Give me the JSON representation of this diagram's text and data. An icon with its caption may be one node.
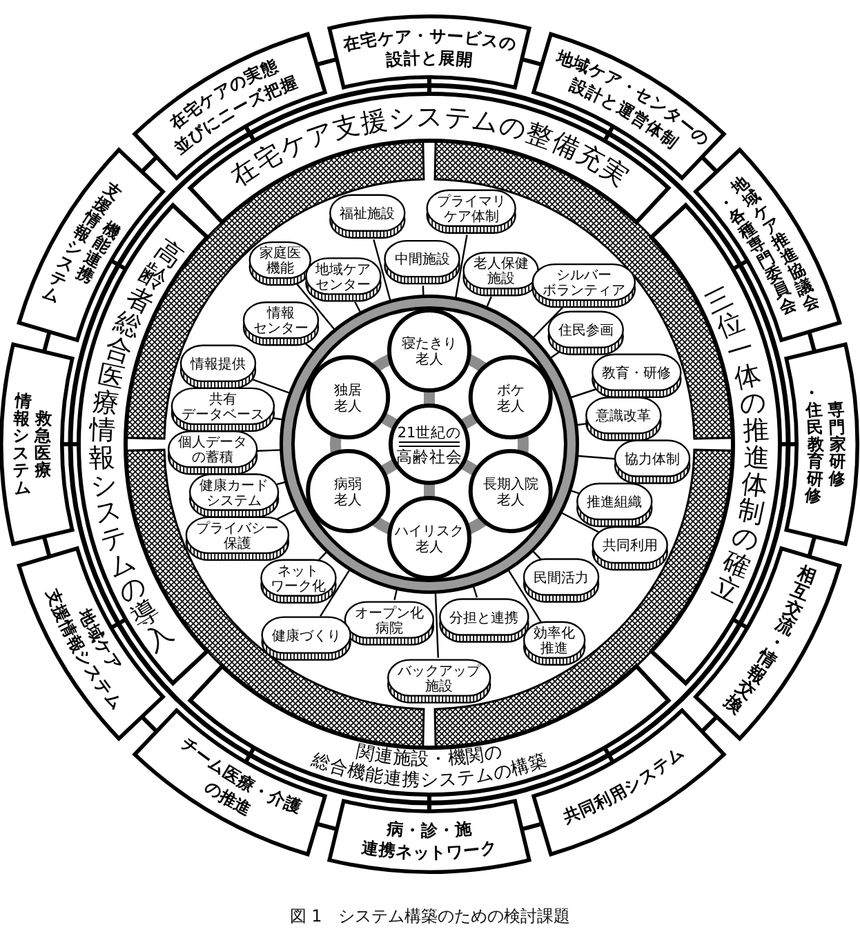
{
  "diagram": {
    "caption": "図 1　システム構築のための検討課題",
    "nodes": [
      {
        "text": [
          "在宅ケアの実態並びにニーズ把握"
        ]
      },
      {
        "text": [
          "在宅ケア・サービスの設計と展開"
        ]
      },
      {
        "text": [
          "地域ケア・センターの設計と運営体制"
        ]
      },
      {
        "text": [
          "在宅ケア支援システムの整備充実"
        ]
      },
      {
        "text": [
          "機能連携支援情報システム"
        ]
      },
      {
        "text": [
          "救急医療情報システム"
        ]
      },
      {
        "text": [
          "地域ケア支援情報システム"
        ]
      },
      {
        "text": [
          "高齢者総合医療情報システムの導入"
        ]
      },
      {
        "text": [
          "地域ケア推進協議会・各種専門委員会"
        ]
      },
      {
        "text": [
          "専門家研修・住民教育研修"
        ]
      },
      {
        "text": [
          "相互交流・情報交換"
        ]
      },
      {
        "text": [
          "三位一体の推進体制の確立"
        ]
      },
      {
        "text": [
          "中間施設"
        ]
      },
      {
        "text": [
          "プライマリケア体制"
        ]
      },
      {
        "text": [
          "老人保健施設"
        ]
      },
      {
        "text": [
          "シルバーボランティア"
        ]
      },
      {
        "text": [
          "住民参画"
        ]
      },
      {
        "text": [
          "教育・研修"
        ]
      },
      {
        "text": [
          "意識改革"
        ]
      },
      {
        "text": [
          "協力体制"
        ]
      },
      {
        "text": [
          "推進組織"
        ]
      },
      {
        "text": [
          "共同利用"
        ]
      },
      {
        "text": [
          "民間活力"
        ]
      },
      {
        "text": [
          "効率化推進"
        ]
      },
      {
        "text": [
          "分担と連携"
        ]
      },
      {
        "text": [
          "バックアップ施設"
        ]
      },
      {
        "text": [
          "オープン化病院"
        ]
      },
      {
        "text": [
          "健康づくり"
        ]
      },
      {
        "text": [
          "ネットワーク化"
        ]
      },
      {
        "text": [
          "プライバシー保護"
        ]
      },
      {
        "text": [
          "健康カードシステム"
        ]
      },
      {
        "text": [
          "個人データの蓄積"
        ]
      },
      {
        "text": [
          "共有データベース"
        ]
      },
      {
        "text": [
          "情報提供"
        ]
      },
      {
        "text": [
          "情報センター"
        ]
      },
      {
        "text": [
          "家庭医機能"
        ]
      },
      {
        "text": [
          "地域ケアセンター"
        ]
      },
      {
        "text": [
          "福祉施設"
        ]
      },
      {
        "text": [],
        "shape": "circle"
      },
      {
        "text": [
          "寝たきり老人"
        ],
        "in": 38
      },
      {
        "text": [
          "ボケ老人"
        ],
        "in": 38
      },
      {
        "text": [
          "長期入院老人"
        ],
        "in": 38
      },
      {
        "text": [
          "ハイリスク老人"
        ],
        "in": 38
      },
      {
        "text": [
          "病弱老人"
        ],
        "in": 38
      },
      {
        "text": [
          "独居老人"
        ],
        "in": 38
      },
      {
        "text": [
          "21世紀の",
          "高齢社会"
        ],
        "in": 38
      },
      {
        "text": [
          "関連施設・機関の総合機能連携システムの構築"
        ]
      },
      {
        "text": [
          "チーム医療・介護の推進"
        ]
      },
      {
        "text": [
          "病・診・施連携ネットワーク"
        ]
      },
      {
        "text": [
          "共同利用システム"
        ]
      }
    ],
    "edges": [
      {
        "from": 0,
        "to": 3,
        "arrow": "none"
      },
      {
        "from": 1,
        "to": 3,
        "arrow": "none"
      },
      {
        "from": 2,
        "to": 3,
        "arrow": "none"
      },
      {
        "from": 4,
        "to": 7,
        "arrow": "none"
      },
      {
        "from": 5,
        "to": 7,
        "arrow": "none"
      },
      {
        "from": 6,
        "to": 7,
        "arrow": "none"
      },
      {
        "from": 8,
        "to": 11,
        "arrow": "none"
      },
      {
        "from": 9,
        "to": 11,
        "arrow": "none"
      },
      {
        "from": 10,
        "to": 11,
        "arrow": "none"
      },
      {
        "from": 47,
        "to": 46,
        "arrow": "none"
      },
      {
        "from": 48,
        "to": 46,
        "arrow": "none"
      },
      {
        "from": 49,
        "to": 46,
        "arrow": "none"
      },
      {
        "from": 0,
        "to": 1,
        "arrow": "none"
      },
      {
        "from": 1,
        "to": 2,
        "arrow": "none"
      },
      {
        "from": 2,
        "to": 8,
        "arrow": "none"
      },
      {
        "from": 8,
        "to": 9,
        "arrow": "none"
      },
      {
        "from": 9,
        "to": 10,
        "arrow": "none"
      },
      {
        "from": 10,
        "to": 49,
        "arrow": "none"
      },
      {
        "from": 49,
        "to": 48,
        "arrow": "none"
      },
      {
        "from": 48,
        "to": 47,
        "arrow": "none"
      },
      {
        "from": 47,
        "to": 6,
        "arrow": "none"
      },
      {
        "from": 6,
        "to": 5,
        "arrow": "none"
      },
      {
        "from": 5,
        "to": 4,
        "arrow": "none"
      },
      {
        "from": 4,
        "to": 0,
        "arrow": "none"
      },
      {
        "from": 12,
        "to": 38,
        "arrow": "none"
      },
      {
        "from": 13,
        "to": 38,
        "arrow": "none"
      },
      {
        "from": 14,
        "to": 38,
        "arrow": "none"
      },
      {
        "from": 15,
        "to": 38,
        "arrow": "none"
      },
      {
        "from": 16,
        "to": 38,
        "arrow": "none"
      },
      {
        "from": 17,
        "to": 38,
        "arrow": "none"
      },
      {
        "from": 18,
        "to": 38,
        "arrow": "none"
      },
      {
        "from": 19,
        "to": 38,
        "arrow": "none"
      },
      {
        "from": 20,
        "to": 38,
        "arrow": "none"
      },
      {
        "from": 21,
        "to": 38,
        "arrow": "none"
      },
      {
        "from": 22,
        "to": 38,
        "arrow": "none"
      },
      {
        "from": 23,
        "to": 38,
        "arrow": "none"
      },
      {
        "from": 24,
        "to": 38,
        "arrow": "none"
      },
      {
        "from": 25,
        "to": 38,
        "arrow": "none"
      },
      {
        "from": 26,
        "to": 38,
        "arrow": "none"
      },
      {
        "from": 27,
        "to": 38,
        "arrow": "none"
      },
      {
        "from": 28,
        "to": 38,
        "arrow": "none"
      },
      {
        "from": 29,
        "to": 38,
        "arrow": "none"
      },
      {
        "from": 30,
        "to": 38,
        "arrow": "none"
      },
      {
        "from": 31,
        "to": 38,
        "arrow": "none"
      },
      {
        "from": 32,
        "to": 38,
        "arrow": "none"
      },
      {
        "from": 33,
        "to": 38,
        "arrow": "none"
      },
      {
        "from": 34,
        "to": 38,
        "arrow": "none"
      },
      {
        "from": 35,
        "to": 38,
        "arrow": "none"
      },
      {
        "from": 36,
        "to": 38,
        "arrow": "none"
      },
      {
        "from": 37,
        "to": 38,
        "arrow": "none"
      },
      {
        "from": 45,
        "to": 39,
        "arrow": "none",
        "style": "thick",
        "color": "#8c8c8c"
      },
      {
        "from": 45,
        "to": 40,
        "arrow": "none",
        "style": "thick",
        "color": "#8c8c8c"
      },
      {
        "from": 45,
        "to": 41,
        "arrow": "none",
        "style": "thick",
        "color": "#8c8c8c"
      },
      {
        "from": 45,
        "to": 42,
        "arrow": "none",
        "style": "thick",
        "color": "#8c8c8c"
      },
      {
        "from": 45,
        "to": 43,
        "arrow": "none",
        "style": "thick",
        "color": "#8c8c8c"
      },
      {
        "from": 45,
        "to": 44,
        "arrow": "none",
        "style": "thick",
        "color": "#8c8c8c"
      },
      {
        "from": 39,
        "to": 40,
        "arrow": "none",
        "style": "thick",
        "color": "#8c8c8c"
      },
      {
        "from": 40,
        "to": 41,
        "arrow": "none",
        "style": "thick",
        "color": "#8c8c8c"
      },
      {
        "from": 41,
        "to": 42,
        "arrow": "none",
        "style": "thick",
        "color": "#8c8c8c"
      },
      {
        "from": 42,
        "to": 43,
        "arrow": "none",
        "style": "thick",
        "color": "#8c8c8c"
      },
      {
        "from": 43,
        "to": 44,
        "arrow": "none",
        "style": "thick",
        "color": "#8c8c8c"
      },
      {
        "from": 44,
        "to": 39,
        "arrow": "none",
        "style": "thick",
        "color": "#8c8c8c"
      }
    ]
  }
}
